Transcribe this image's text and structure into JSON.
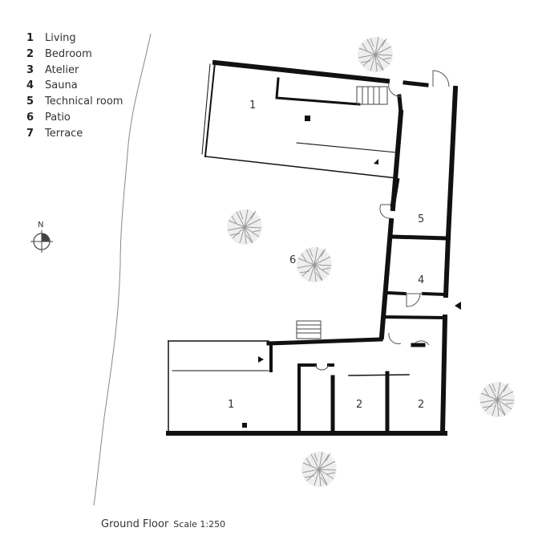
{
  "legend": [
    {
      "num": "1",
      "label": "Living"
    },
    {
      "num": "2",
      "label": "Bedroom"
    },
    {
      "num": "3",
      "label": "Atelier"
    },
    {
      "num": "4",
      "label": "Sauna"
    },
    {
      "num": "5",
      "label": "Technical room"
    },
    {
      "num": "6",
      "label": "Patio"
    },
    {
      "num": "7",
      "label": "Terrace"
    }
  ],
  "north_label": "N",
  "room_labels": {
    "upper_living": "1",
    "technical": "5",
    "patio": "6",
    "sauna": "4",
    "lower_living": "1",
    "bedroom_a": "2",
    "bedroom_b": "2"
  },
  "caption": {
    "title": "Ground Floor",
    "scale": "Scale 1:250"
  }
}
